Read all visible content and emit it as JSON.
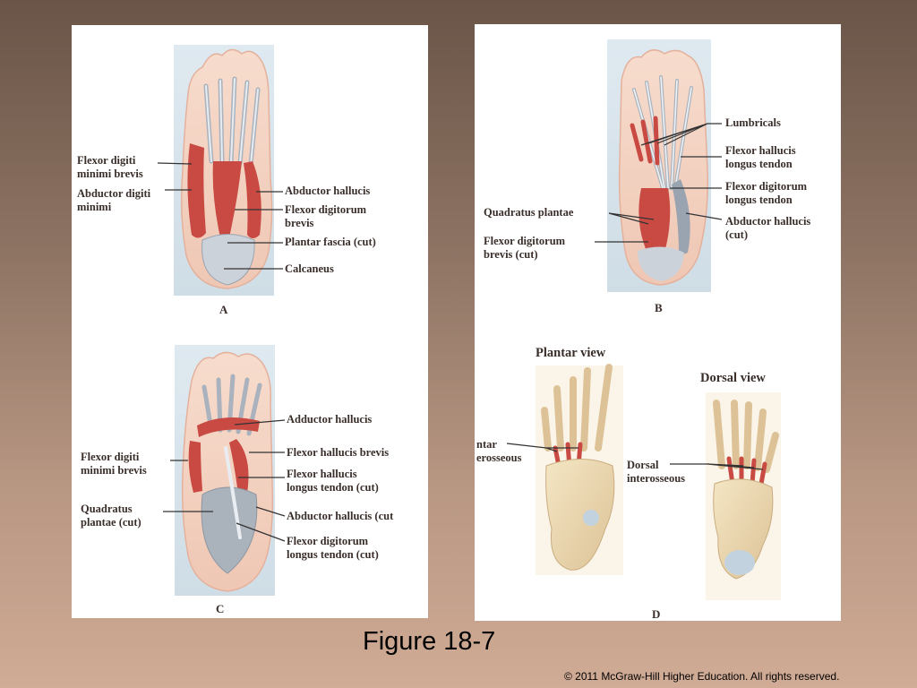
{
  "slide": {
    "caption": "Figure 18-7",
    "copyright": "© 2011 McGraw-Hill Higher Education.  All rights reserved."
  },
  "panel_a": {
    "letter": "A",
    "labels": {
      "flexor_digiti_minimi_brevis": "Flexor digiti\nminimi brevis",
      "abductor_digiti_minimi": "Abductor digiti\nminimi",
      "abductor_hallucis": "Abductor hallucis",
      "flexor_digitorum_brevis": "Flexor digitorum\nbrevis",
      "plantar_fascia": "Plantar fascia (cut)",
      "calcaneus": "Calcaneus"
    }
  },
  "panel_b": {
    "letter": "B",
    "labels": {
      "lumbricals": "Lumbricals",
      "flexor_hallucis_longus_tendon": "Flexor hallucis\nlongus tendon",
      "flexor_digitorum_longus_tendon": "Flexor digitorum\nlongus tendon",
      "abductor_hallucis": "Abductor hallucis\n(cut)",
      "quadratus_plantae": "Quadratus plantae",
      "flexor_digitorum_brevis": "Flexor digitorum\nbrevis (cut)"
    }
  },
  "panel_c": {
    "letter": "C",
    "labels": {
      "adductor_hallucis": "Adductor hallucis",
      "flexor_hallucis_brevis": "Flexor hallucis brevis",
      "flexor_digiti_minimi_brevis": "Flexor digiti\nminimi brevis",
      "flexor_hallucis_longus_tendon": "Flexor hallucis\nlongus tendon (cut)",
      "quadratus_plantae": "Quadratus\nplantae (cut)",
      "abductor_hallucis": "Abductor hallucis (cut",
      "flexor_digitorum_longus_tendon": "Flexor digitorum\nlongus tendon (cut)"
    }
  },
  "panel_d": {
    "letter": "D",
    "plantar_view_title": "Plantar view",
    "dorsal_view_title": "Dorsal view",
    "labels": {
      "plantar_interosseous": "ntar\nerosseous",
      "dorsal_interosseous": "Dorsal\ninterosseous"
    }
  },
  "colors": {
    "muscle": "#c94a43",
    "tendon": "#c9ced6",
    "skin": "#f3d2c0",
    "bone": "#ecd9b0",
    "label_text": "#3a2e2a"
  }
}
